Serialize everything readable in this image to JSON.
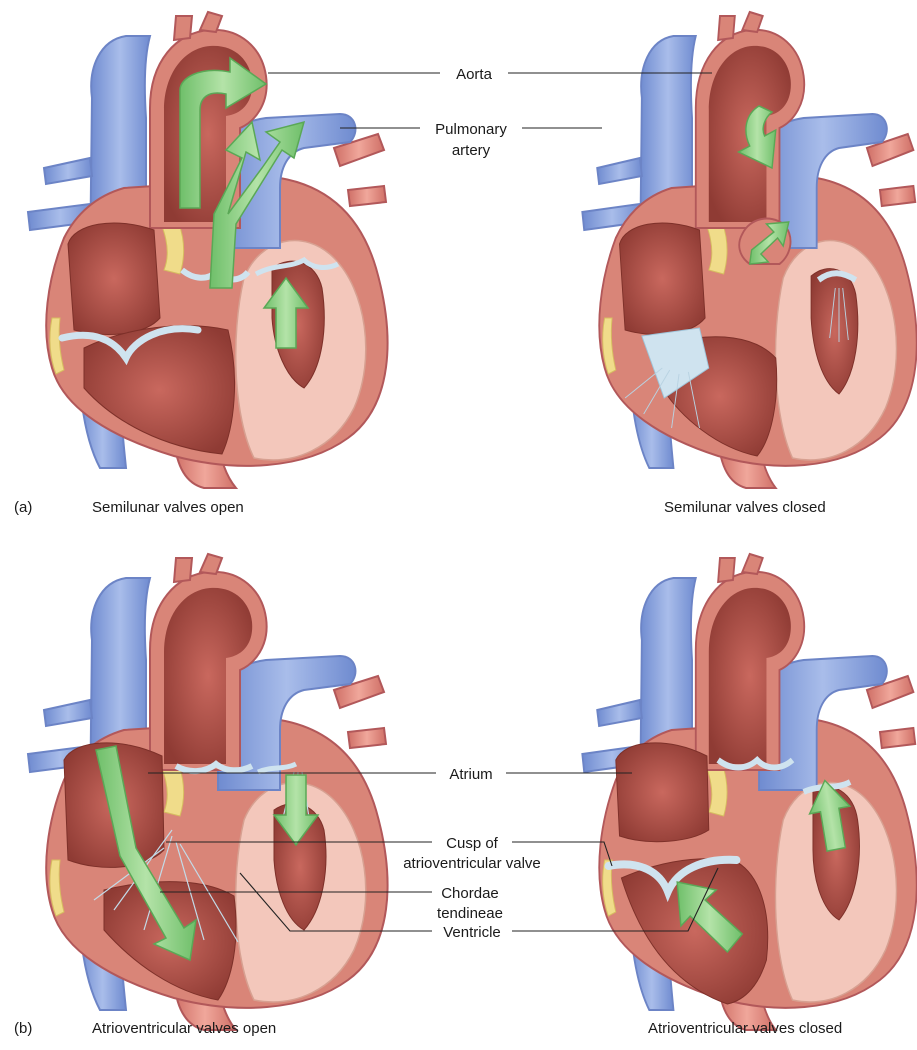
{
  "panels": {
    "a": {
      "letter": "(a)",
      "left_caption": "Semilunar valves open",
      "right_caption": "Semilunar valves closed"
    },
    "b": {
      "letter": "(b)",
      "left_caption": "Atrioventricular valves open",
      "right_caption": "Atrioventricular valves closed"
    }
  },
  "labels": {
    "aorta": "Aorta",
    "pulmonary_1": "Pulmonary",
    "pulmonary_2": "artery",
    "atrium": "Atrium",
    "cusp_1": "Cusp of",
    "cusp_2": "atrioventricular valve",
    "chordae_1": "Chordae",
    "chordae_2": "tendineae",
    "ventricle": "Ventricle"
  },
  "colors": {
    "myocardium": "#d98578",
    "chamber": "#b9584e",
    "chamber_dark": "#8f3b34",
    "cut_tissue": "#f3c7bb",
    "vein_blue": "#8fa7dd",
    "valve": "#cfe3ef",
    "fat": "#f0dc8a",
    "flow_arrow": "#8fd08a"
  }
}
